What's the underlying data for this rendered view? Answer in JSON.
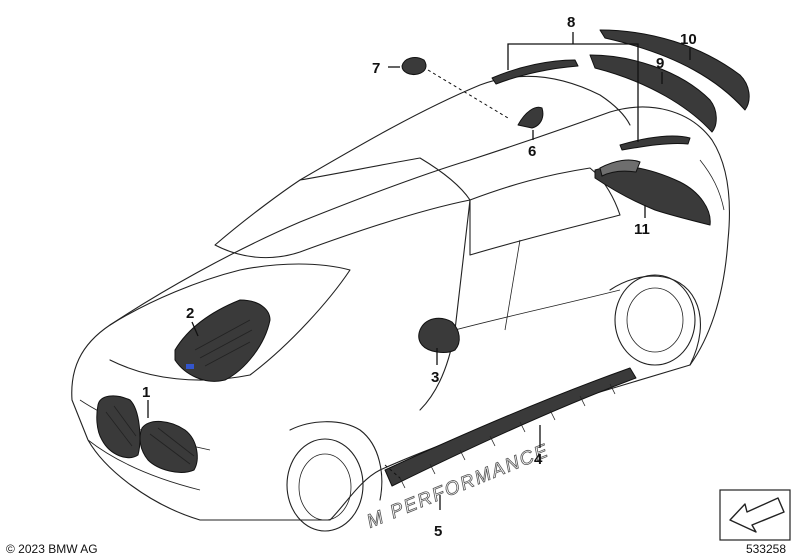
{
  "callouts": [
    "1",
    "2",
    "3",
    "4",
    "5",
    "6",
    "7",
    "8",
    "9",
    "10",
    "11"
  ],
  "badge_text": "M PERFORMANCE",
  "copyright": "© 2023 BMW AG",
  "diagram_id": "533258",
  "icon": "arrow-icon"
}
